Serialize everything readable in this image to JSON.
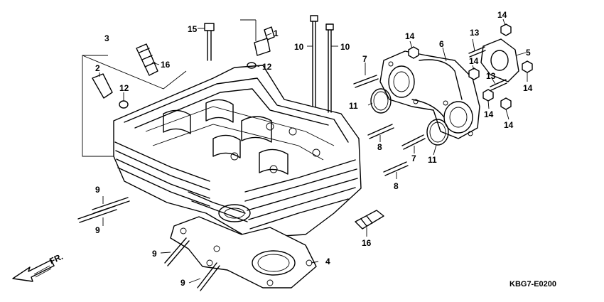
{
  "callouts": [
    "1",
    "2",
    "3",
    "4",
    "5",
    "6",
    "7",
    "8",
    "9",
    "10",
    "11",
    "12",
    "13",
    "14",
    "15",
    "16"
  ],
  "front_marker": "FR.",
  "diagram_code": "KBG7-E0200"
}
